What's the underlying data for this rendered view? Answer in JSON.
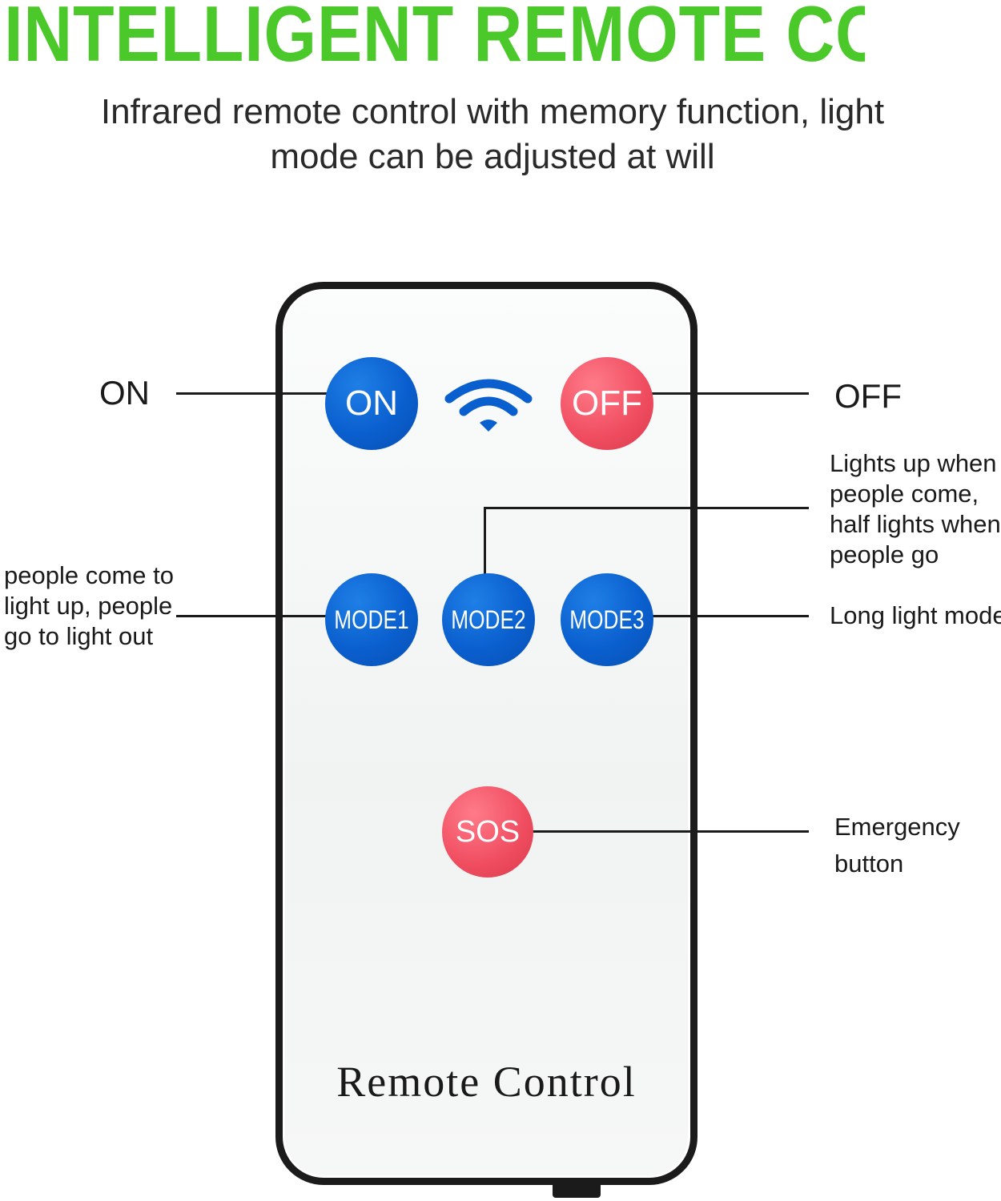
{
  "header": {
    "title": "INTELLIGENT REMOTE CONTROL",
    "subtitle_line1": "Infrared remote control with memory function, light",
    "subtitle_line2": "mode can be adjusted at will"
  },
  "colors": {
    "title_green": "#4cc92a",
    "blue_button": "#0a5fce",
    "red_button": "#ef4c5f",
    "remote_border": "#1b1b1b"
  },
  "remote": {
    "title": "Remote Control",
    "signal_icon": "wifi-icon",
    "buttons": {
      "on": "ON",
      "off": "OFF",
      "mode1": "MODE1",
      "mode2": "MODE2",
      "mode3": "MODE3",
      "sos": "SOS"
    }
  },
  "callouts": {
    "on": "ON",
    "off": "OFF",
    "mode1_line1": "people come to",
    "mode1_line2": "light up, people",
    "mode1_line3": "go to light out",
    "mode2_line1": "Lights up when",
    "mode2_line2": "people come,",
    "mode2_line3": "half lights when",
    "mode2_line4": "people go",
    "mode3": "Long light mode",
    "sos_line1": "Emergency",
    "sos_line2": "button"
  }
}
